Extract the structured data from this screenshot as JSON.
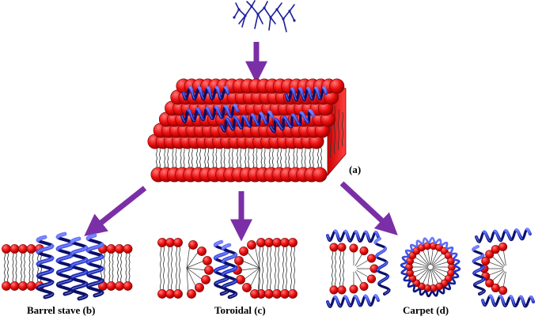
{
  "labels": {
    "main": "(a)",
    "barrel": "Barrel stave (b)",
    "toroidal": "Toroidal (c)",
    "carpet": "Carpet (d)"
  },
  "colors": {
    "lipid_head": "#ee1111",
    "lipid_outline": "#7a0000",
    "arrow": "#7b2fa6",
    "helix": "#2233cc",
    "helix_dark": "#0a0f66",
    "peptide": "#1a1f9c",
    "tail": "#333333"
  }
}
